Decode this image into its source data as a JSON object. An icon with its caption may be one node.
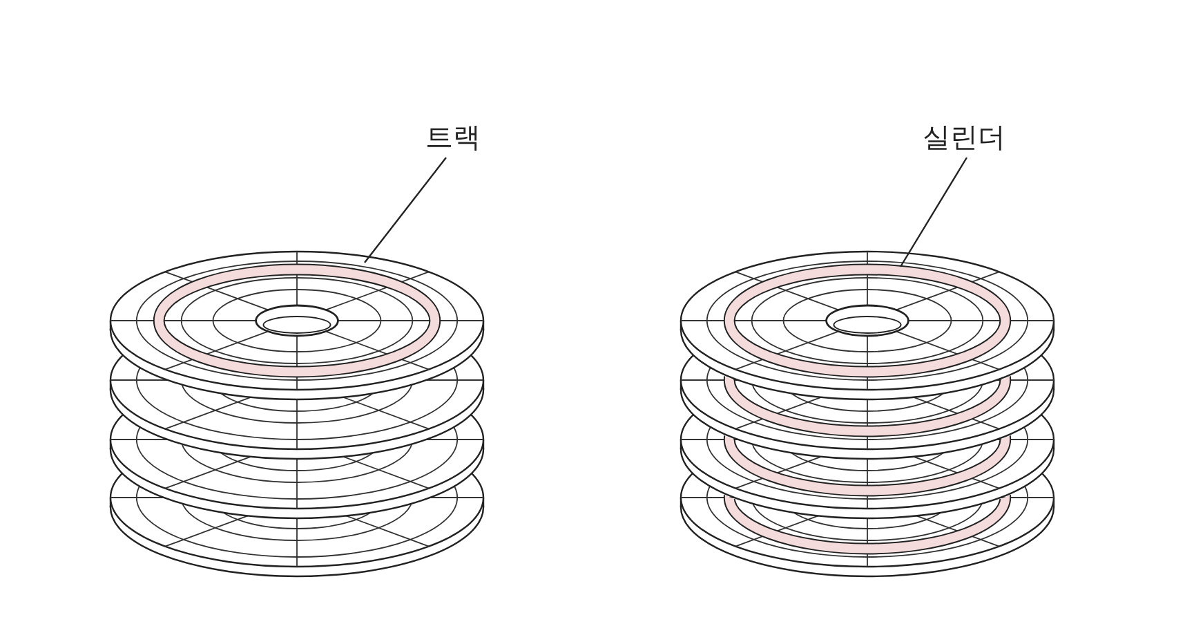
{
  "diagram": {
    "nodes": [
      {
        "text": [
          "트랙"
        ]
      },
      {
        "text": [],
        "shape": "circle"
      },
      {
        "text": [
          "실린더"
        ]
      },
      {
        "text": [],
        "shape": "cylinder"
      }
    ],
    "edges": [
      {
        "from": 0,
        "to": 1,
        "arrow": "none"
      },
      {
        "from": 2,
        "to": 3,
        "arrow": "none"
      }
    ]
  }
}
